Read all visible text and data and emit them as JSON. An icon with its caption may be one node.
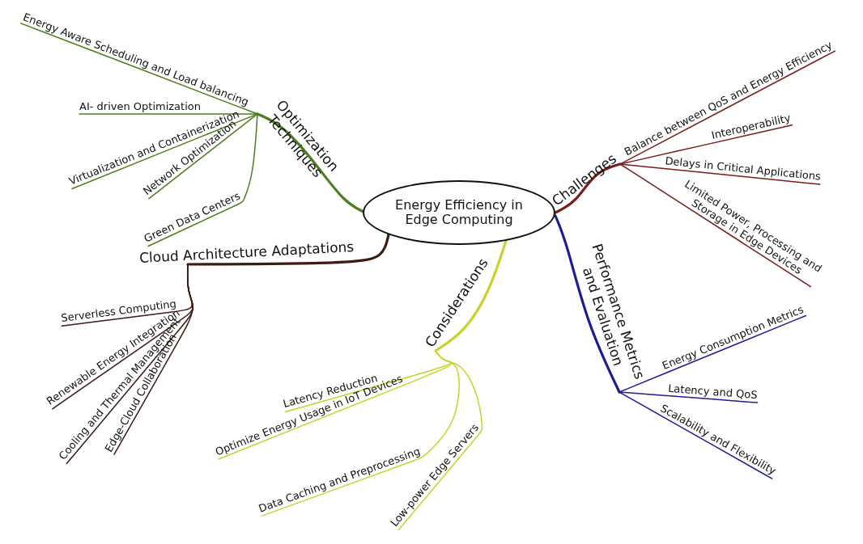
{
  "diagram": {
    "nodes": [
      {
        "text": [
          "Energy Efficiency in Edge Computing"
        ]
      },
      {
        "text": [
          "Optimization Techniques"
        ]
      },
      {
        "text": [
          "Energy Aware Scheduling and Load balancing"
        ]
      },
      {
        "text": [
          "AI- driven Optimization"
        ]
      },
      {
        "text": [
          "Virtualization and Containerization"
        ]
      },
      {
        "text": [
          "Network Optimization"
        ]
      },
      {
        "text": [
          "Green Data Centers"
        ]
      },
      {
        "text": [
          "Challenges"
        ]
      },
      {
        "text": [
          "Balance between QoS and Energy Efficiency"
        ]
      },
      {
        "text": [
          "Interoperability"
        ]
      },
      {
        "text": [
          "Delays in Critical Applications"
        ]
      },
      {
        "text": [
          "Limited Power, Processing and Storage in Edge Devices"
        ]
      },
      {
        "text": [
          "Cloud Architecture Adaptations"
        ]
      },
      {
        "text": [
          "Serverless Computing"
        ]
      },
      {
        "text": [
          "Renewable Energy Integration"
        ]
      },
      {
        "text": [
          "Cooling and Thermal Management"
        ]
      },
      {
        "text": [
          "Edge-Cloud Collaboration"
        ]
      },
      {
        "text": [
          "Performance Metrics and Evaluation"
        ]
      },
      {
        "text": [
          "Energy Consumption Metrics"
        ]
      },
      {
        "text": [
          "Latency and QoS"
        ]
      },
      {
        "text": [
          "Scalability and Flexibility"
        ]
      },
      {
        "text": [
          "Considerations"
        ]
      },
      {
        "text": [
          "Latency Reduction"
        ]
      },
      {
        "text": [
          "Optimize Energy Usage in IoT Devices"
        ]
      },
      {
        "text": [
          "Data Caching and Preprocessing"
        ]
      },
      {
        "text": [
          "Low-power Edge Servers"
        ]
      }
    ],
    "edges": [
      {
        "from": 0,
        "to": 1,
        "arrow": "none",
        "style": "thick",
        "color": "#4e7d1e"
      },
      {
        "from": 1,
        "to": 2,
        "arrow": "none",
        "color": "#4e7d1e"
      },
      {
        "from": 1,
        "to": 3,
        "arrow": "none",
        "color": "#4e7d1e"
      },
      {
        "from": 1,
        "to": 4,
        "arrow": "none",
        "color": "#4e7d1e"
      },
      {
        "from": 1,
        "to": 5,
        "arrow": "none",
        "color": "#4e7d1e"
      },
      {
        "from": 1,
        "to": 6,
        "arrow": "none",
        "color": "#4e7d1e"
      },
      {
        "from": 0,
        "to": 7,
        "arrow": "none",
        "style": "thick",
        "color": "#7b1c1c"
      },
      {
        "from": 7,
        "to": 8,
        "arrow": "none",
        "color": "#7b1c1c"
      },
      {
        "from": 7,
        "to": 9,
        "arrow": "none",
        "color": "#7b1c1c"
      },
      {
        "from": 7,
        "to": 10,
        "arrow": "none",
        "color": "#7b1c1c"
      },
      {
        "from": 7,
        "to": 11,
        "arrow": "none",
        "color": "#7b1c1c"
      },
      {
        "from": 0,
        "to": 12,
        "arrow": "none",
        "style": "thick",
        "color": "#3d1a14"
      },
      {
        "from": 12,
        "to": 13,
        "arrow": "none",
        "color": "#3d1a14"
      },
      {
        "from": 12,
        "to": 14,
        "arrow": "none",
        "color": "#3d1a14"
      },
      {
        "from": 12,
        "to": 15,
        "arrow": "none",
        "color": "#3d1a14"
      },
      {
        "from": 12,
        "to": 16,
        "arrow": "none",
        "color": "#3d1a14"
      },
      {
        "from": 0,
        "to": 17,
        "arrow": "none",
        "style": "thick",
        "color": "#1c1c94"
      },
      {
        "from": 17,
        "to": 18,
        "arrow": "none",
        "color": "#1c1c94"
      },
      {
        "from": 17,
        "to": 19,
        "arrow": "none",
        "color": "#1c1c94"
      },
      {
        "from": 17,
        "to": 20,
        "arrow": "none",
        "color": "#1c1c94"
      },
      {
        "from": 0,
        "to": 21,
        "arrow": "none",
        "style": "thick",
        "color": "#c9d22c"
      },
      {
        "from": 21,
        "to": 22,
        "arrow": "none",
        "color": "#c9d22c"
      },
      {
        "from": 21,
        "to": 23,
        "arrow": "none",
        "color": "#c9d22c"
      },
      {
        "from": 21,
        "to": 24,
        "arrow": "none",
        "color": "#c9d22c"
      },
      {
        "from": 21,
        "to": 25,
        "arrow": "none",
        "color": "#c9d22c"
      }
    ]
  }
}
